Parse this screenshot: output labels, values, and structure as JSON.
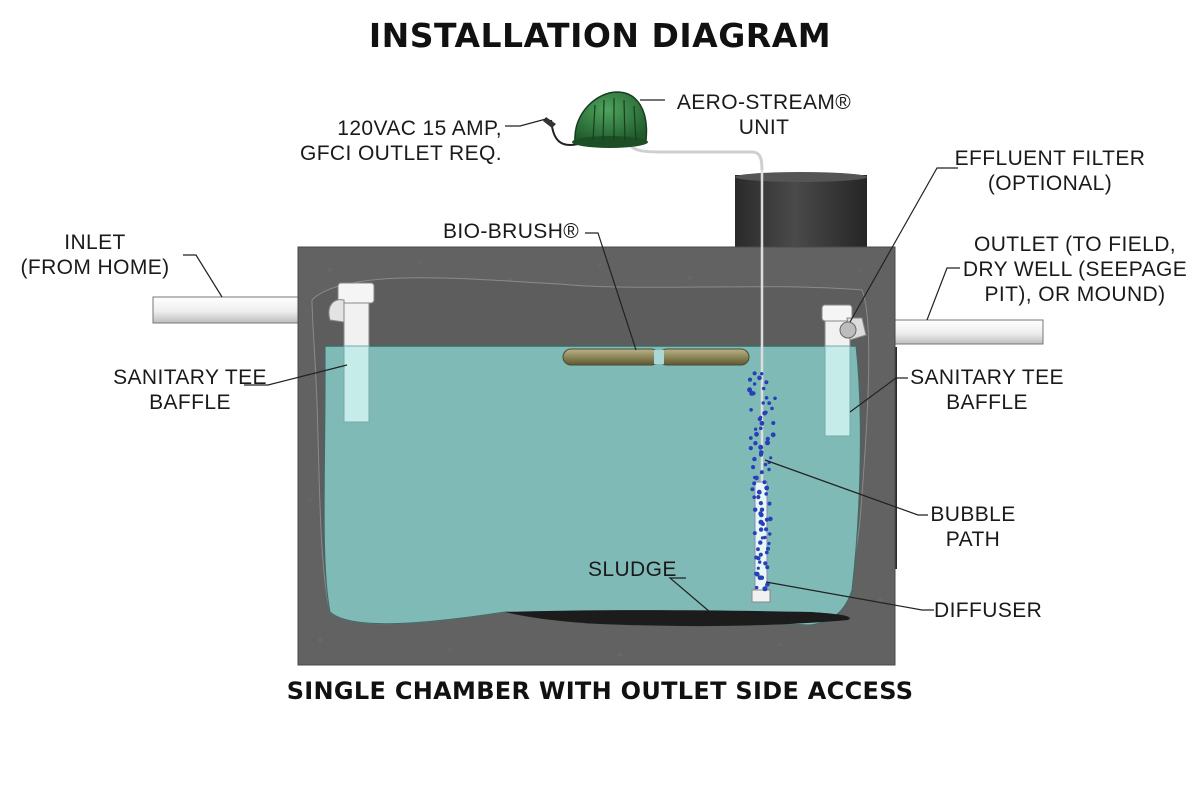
{
  "title": "INSTALLATION DIAGRAM",
  "subtitle": "SINGLE CHAMBER WITH OUTLET SIDE ACCESS",
  "labels": {
    "power": [
      "120VAC 15 AMP,",
      "GFCI OUTLET REQ."
    ],
    "aero_stream": [
      "AERO-STREAM®",
      "UNIT"
    ],
    "effluent_filter": [
      "EFFLUENT FILTER",
      "(OPTIONAL)"
    ],
    "inlet": [
      "INLET",
      "(FROM HOME)"
    ],
    "bio_brush": "BIO-BRUSH®",
    "outlet": [
      "OUTLET (TO FIELD,",
      "DRY WELL (SEEPAGE",
      "PIT), OR MOUND)"
    ],
    "sanitary_tee_left": [
      "SANITARY TEE",
      "BAFFLE"
    ],
    "sanitary_tee_right": [
      "SANITARY TEE",
      "BAFFLE"
    ],
    "bubble_path": [
      "BUBBLE",
      "PATH"
    ],
    "sludge": "SLUDGE",
    "diffuser": "DIFFUSER"
  },
  "colors": {
    "tank_concrete": "#5f5f5f",
    "water": "#7fb9b4",
    "sludge": "#1a1a1a",
    "aerator_unit": "#2f7a3c",
    "bubbles": "#2740b8",
    "pipe": "#ececec"
  }
}
